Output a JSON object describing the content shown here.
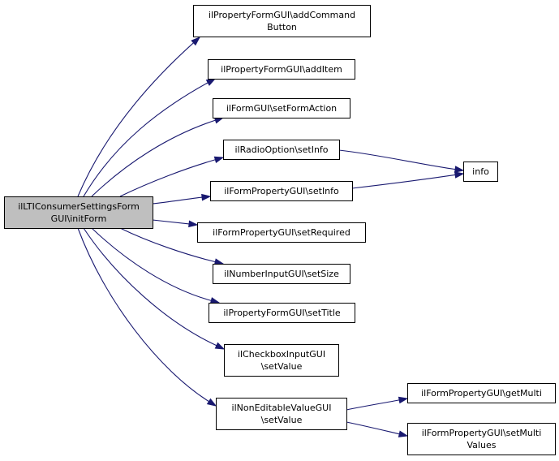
{
  "diagram": {
    "colors": {
      "root_fill": "#bfbfbf",
      "node_fill": "#ffffff",
      "border": "#000000",
      "edge": "#191970"
    },
    "root": {
      "lines": [
        "ilLTIConsumerSettingsForm",
        "GUI\\initForm"
      ]
    },
    "nodes": [
      {
        "id": "addCommandButton",
        "lines": [
          "ilPropertyFormGUI\\addCommand",
          "Button"
        ]
      },
      {
        "id": "addItem",
        "lines": [
          "ilPropertyFormGUI\\addItem"
        ]
      },
      {
        "id": "setFormAction",
        "lines": [
          "ilFormGUI\\setFormAction"
        ]
      },
      {
        "id": "radioSetInfo",
        "lines": [
          "ilRadioOption\\setInfo"
        ]
      },
      {
        "id": "fpSetInfo",
        "lines": [
          "ilFormPropertyGUI\\setInfo"
        ]
      },
      {
        "id": "setRequired",
        "lines": [
          "ilFormPropertyGUI\\setRequired"
        ]
      },
      {
        "id": "setSize",
        "lines": [
          "ilNumberInputGUI\\setSize"
        ]
      },
      {
        "id": "setTitle",
        "lines": [
          "ilPropertyFormGUI\\setTitle"
        ]
      },
      {
        "id": "cbSetValue",
        "lines": [
          "ilCheckboxInputGUI",
          "\\setValue"
        ]
      },
      {
        "id": "nevSetValue",
        "lines": [
          "ilNonEditableValueGUI",
          "\\setValue"
        ]
      },
      {
        "id": "info",
        "lines": [
          "info"
        ]
      },
      {
        "id": "getMulti",
        "lines": [
          "ilFormPropertyGUI\\getMulti"
        ]
      },
      {
        "id": "setMultiValues",
        "lines": [
          "ilFormPropertyGUI\\setMulti",
          "Values"
        ]
      }
    ],
    "edges": [
      [
        "root",
        "addCommandButton"
      ],
      [
        "root",
        "addItem"
      ],
      [
        "root",
        "setFormAction"
      ],
      [
        "root",
        "radioSetInfo"
      ],
      [
        "root",
        "fpSetInfo"
      ],
      [
        "root",
        "setRequired"
      ],
      [
        "root",
        "setSize"
      ],
      [
        "root",
        "setTitle"
      ],
      [
        "root",
        "cbSetValue"
      ],
      [
        "root",
        "nevSetValue"
      ],
      [
        "radioSetInfo",
        "info"
      ],
      [
        "fpSetInfo",
        "info"
      ],
      [
        "nevSetValue",
        "getMulti"
      ],
      [
        "nevSetValue",
        "setMultiValues"
      ]
    ]
  }
}
